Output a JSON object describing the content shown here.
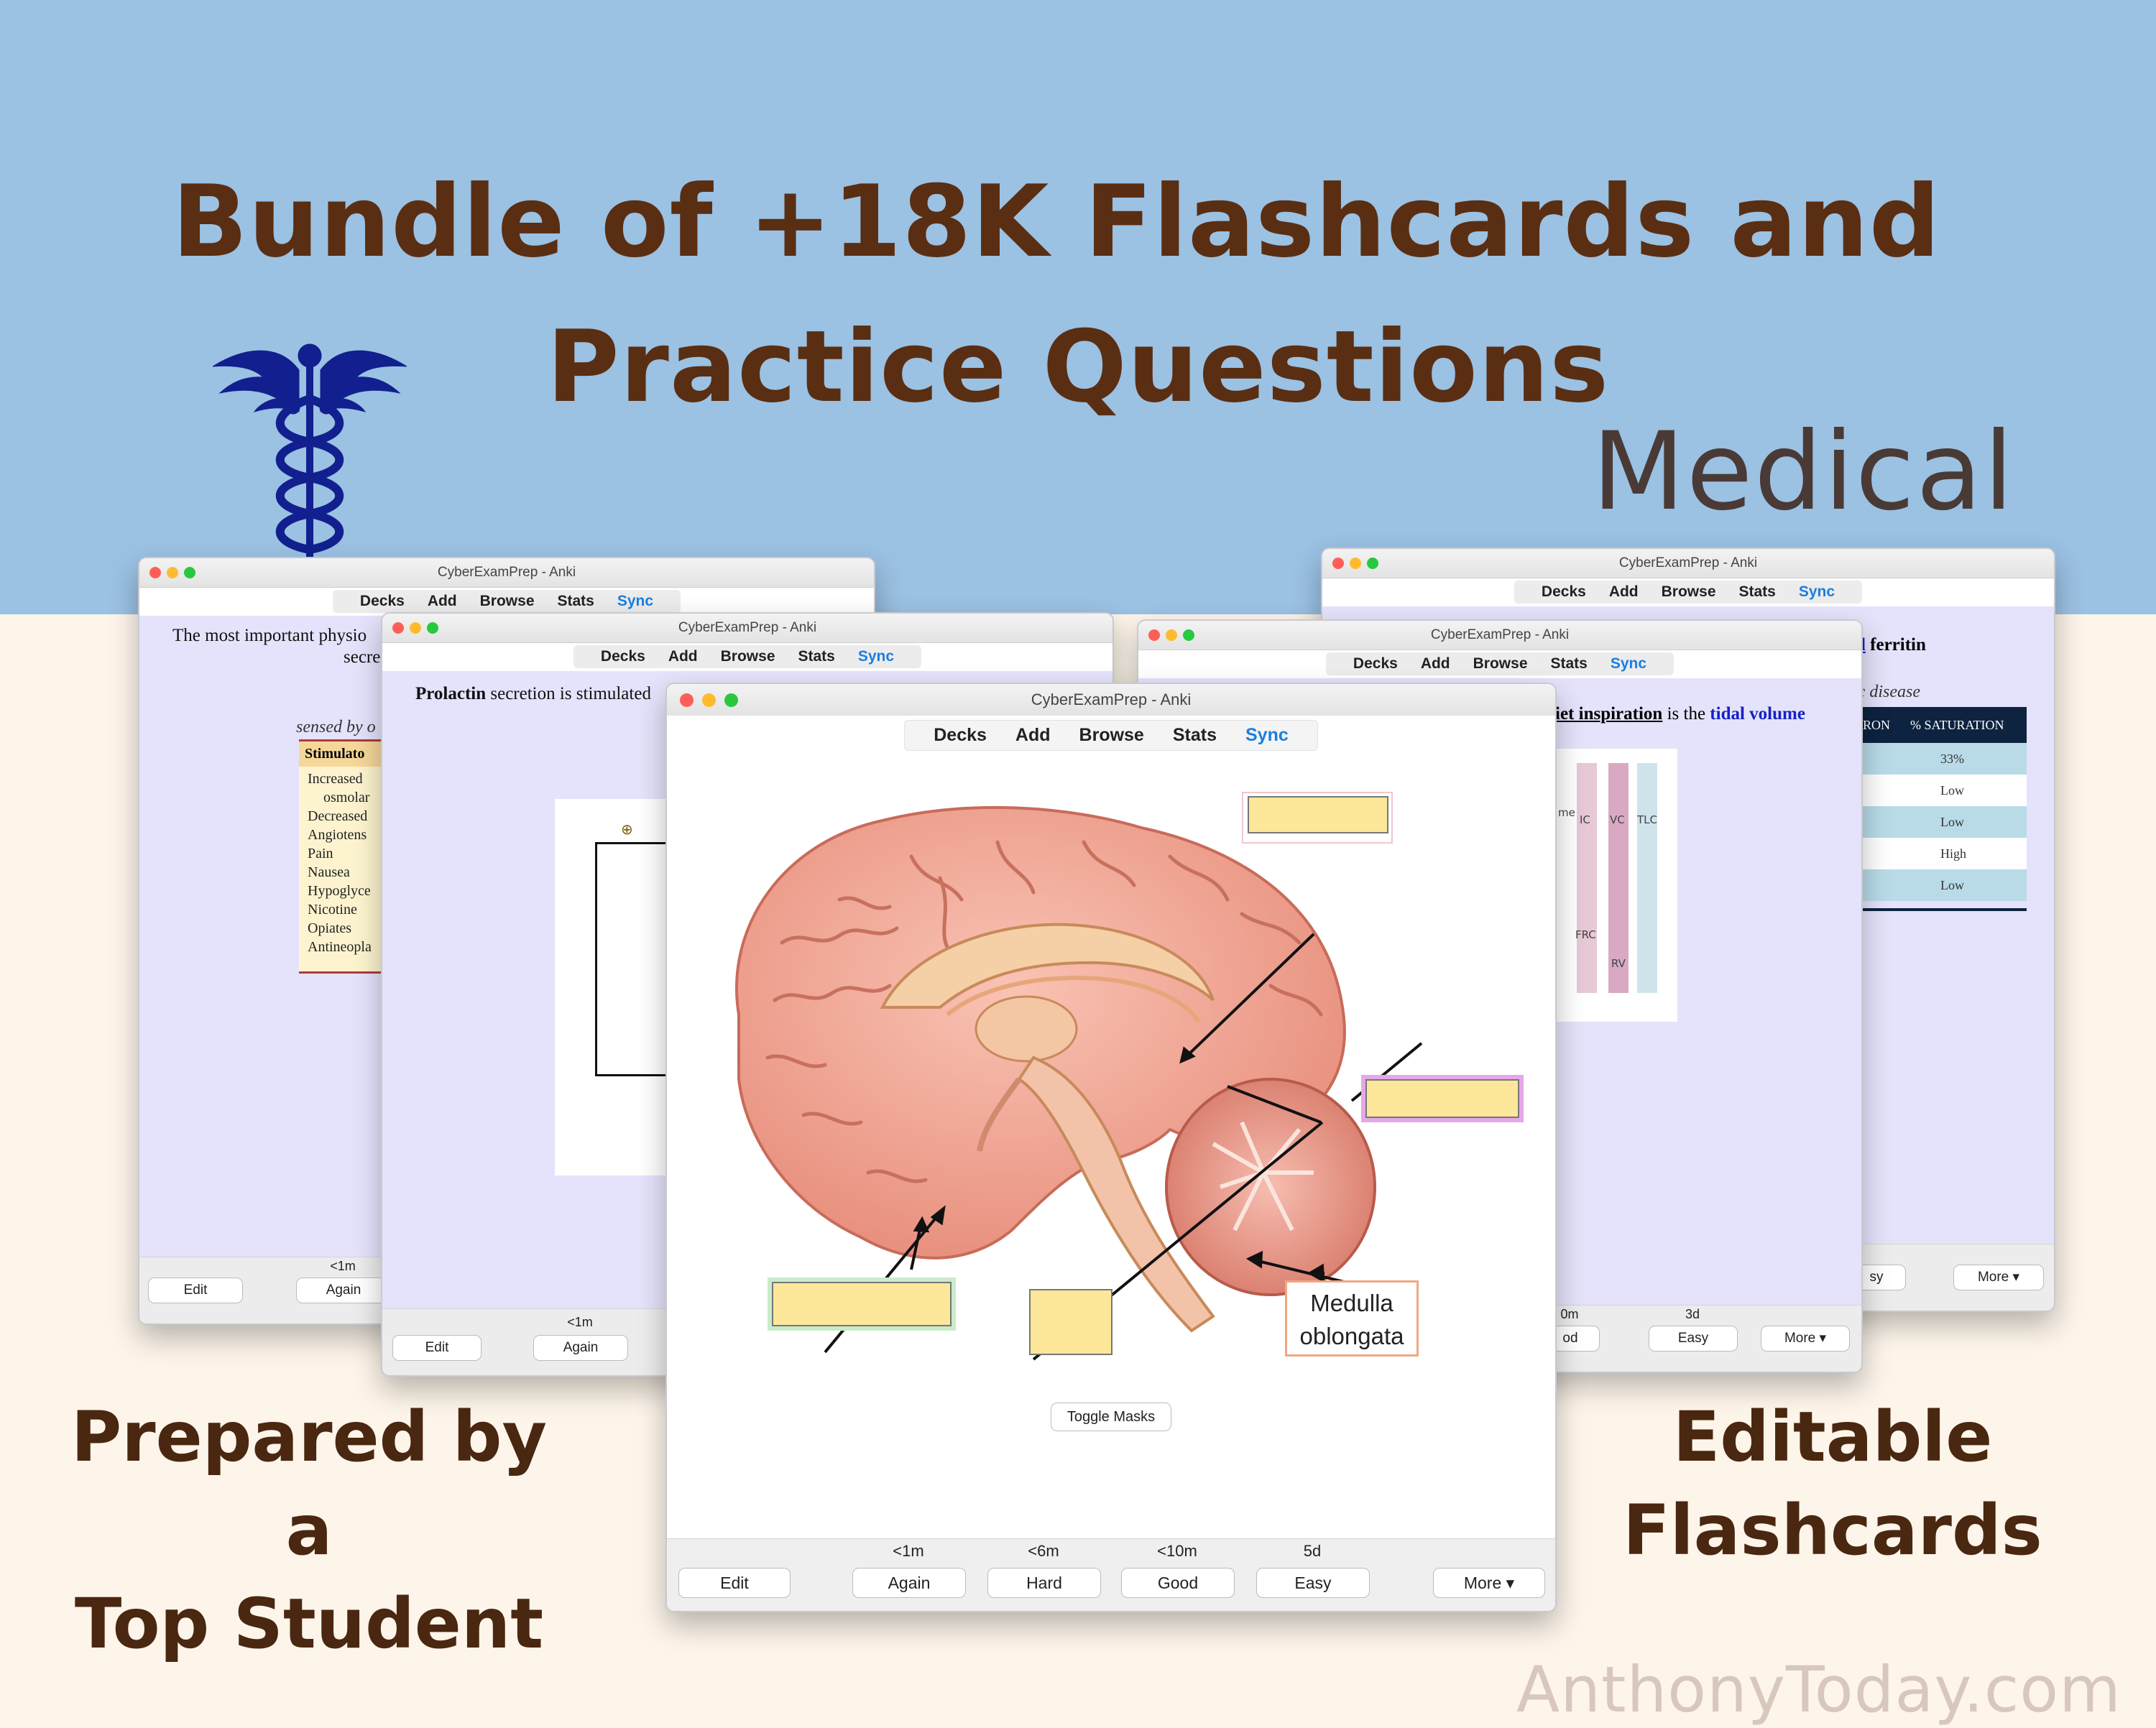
{
  "headline": {
    "line1": "Bundle of +18K Flashcards and",
    "line2": "Practice Questions",
    "tag": "Medical"
  },
  "left_caption": {
    "line1": "Prepared by a",
    "line2": "Top Student"
  },
  "right_caption": {
    "line1": "Editable",
    "line2": "Flashcards"
  },
  "watermark": "AnthonyToday.com",
  "colors": {
    "sky": "#9bc1e3",
    "cream": "#fdf5ea",
    "headline": "#5a2e12",
    "sync": "#1a7fe0",
    "card_bg": "#e4e3fb",
    "mask": "#fde79a"
  },
  "icons": {
    "emblem": "caduceus-icon"
  },
  "app": {
    "title": "CyberExamPrep - Anki",
    "menu": {
      "decks": "Decks",
      "add": "Add",
      "browse": "Browse",
      "stats": "Stats",
      "sync": "Sync"
    }
  },
  "windows": {
    "w1": {
      "card_text": "The most important physio",
      "card_text2": "secre",
      "sensed_by": "sensed by o",
      "table_header": "Stimulato",
      "stimuli": [
        "Increased",
        "osmolar",
        "Decreased",
        "Angiotens",
        "Pain",
        "Nausea",
        "Hypoglyce",
        "Nicotine",
        "Opiates",
        "Antineopla"
      ],
      "edit": "Edit",
      "again_time": "<1m",
      "again": "Again"
    },
    "w2": {
      "card_bold": "Prolactin",
      "card_text": " secretion is stimulated",
      "diagram_symbol": "⊕",
      "edit": "Edit",
      "again_time": "<1m",
      "again": "Again"
    },
    "w3": {
      "card_a": "iet inspiration",
      "card_b": " is the ",
      "card_c": "tidal volume",
      "lung_labels": [
        "IC",
        "VC",
        "TLC",
        "FRC",
        "RV",
        "me"
      ],
      "good_fragment": "od",
      "good_time": "0m",
      "easy_time": "3d",
      "easy": "Easy",
      "more": "More ▾"
    },
    "w4": {
      "card_a": "d",
      "card_b": " ferritin",
      "card_italic": "ic disease",
      "table_headers": [
        "RON",
        "% SATURATION"
      ],
      "saturation": [
        "33%",
        "Low",
        "Low",
        "High",
        "Low"
      ],
      "easy_fragment": "sy",
      "more": "More ▾"
    },
    "main": {
      "label": "Medulla oblongata",
      "label_line1": "Medulla",
      "label_line2": "oblongata",
      "toggle": "Toggle Masks",
      "edit": "Edit",
      "buttons": [
        {
          "time": "<1m",
          "label": "Again"
        },
        {
          "time": "<6m",
          "label": "Hard"
        },
        {
          "time": "<10m",
          "label": "Good"
        },
        {
          "time": "5d",
          "label": "Easy"
        }
      ],
      "more": "More ▾"
    }
  }
}
